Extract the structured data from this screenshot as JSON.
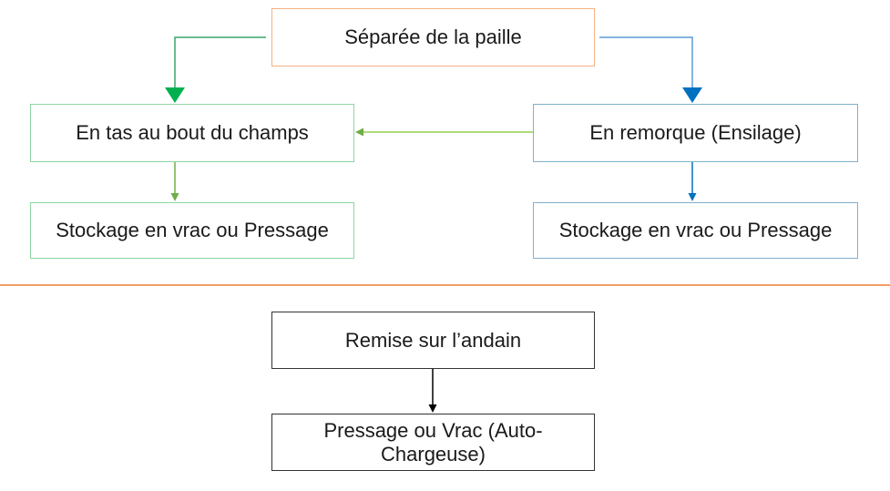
{
  "nodes": {
    "separee": "Séparée de la paille",
    "en_tas": "En tas au bout du champs",
    "en_remorque": "En remorque (Ensilage)",
    "stockage_left": "Stockage en vrac ou Pressage",
    "stockage_right": "Stockage en vrac ou Pressage",
    "remise": "Remise sur l’andain",
    "pressage": "Pressage ou Vrac (Auto-Chargeuse)"
  },
  "colors": {
    "top_node_border": "#f4b183",
    "green_border": "#8fd4a3",
    "blue_border": "#7fb1cc",
    "green_arrow": "#00b050",
    "light_green_arrow": "#70ad47",
    "blue_arrow": "#0070c0",
    "divider": "#ed7d31",
    "black": "#000000"
  }
}
